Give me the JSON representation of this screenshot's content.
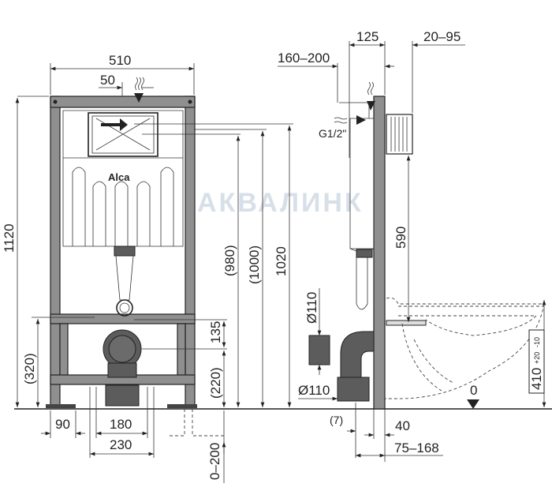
{
  "brand_logo": "Alca",
  "watermark": "АКВАЛИНК",
  "front_view": {
    "width_total": "510",
    "offset_top": "50",
    "height_total": "1120",
    "height_980": "(980)",
    "height_1000": "(1000)",
    "height_1020": "1020",
    "height_320": "(320)",
    "dist_135": "135",
    "height_220": "(220)",
    "foot_adjust": "0–200",
    "foot_90": "90",
    "width_180": "180",
    "width_230": "230"
  },
  "side_view": {
    "depth_125": "125",
    "range_20_95": "20–95",
    "range_160_200": "160–200",
    "water_inlet": "G1/2\"",
    "height_590": "590",
    "diam_110_upper": "Ø110",
    "diam_110_lower": "Ø110",
    "offset_7": "(7)",
    "dist_40": "40",
    "range_75_168": "75–168",
    "seat_height": "410",
    "seat_tol_plus": "+20",
    "seat_tol_minus": "-10",
    "floor_zero": "0"
  }
}
